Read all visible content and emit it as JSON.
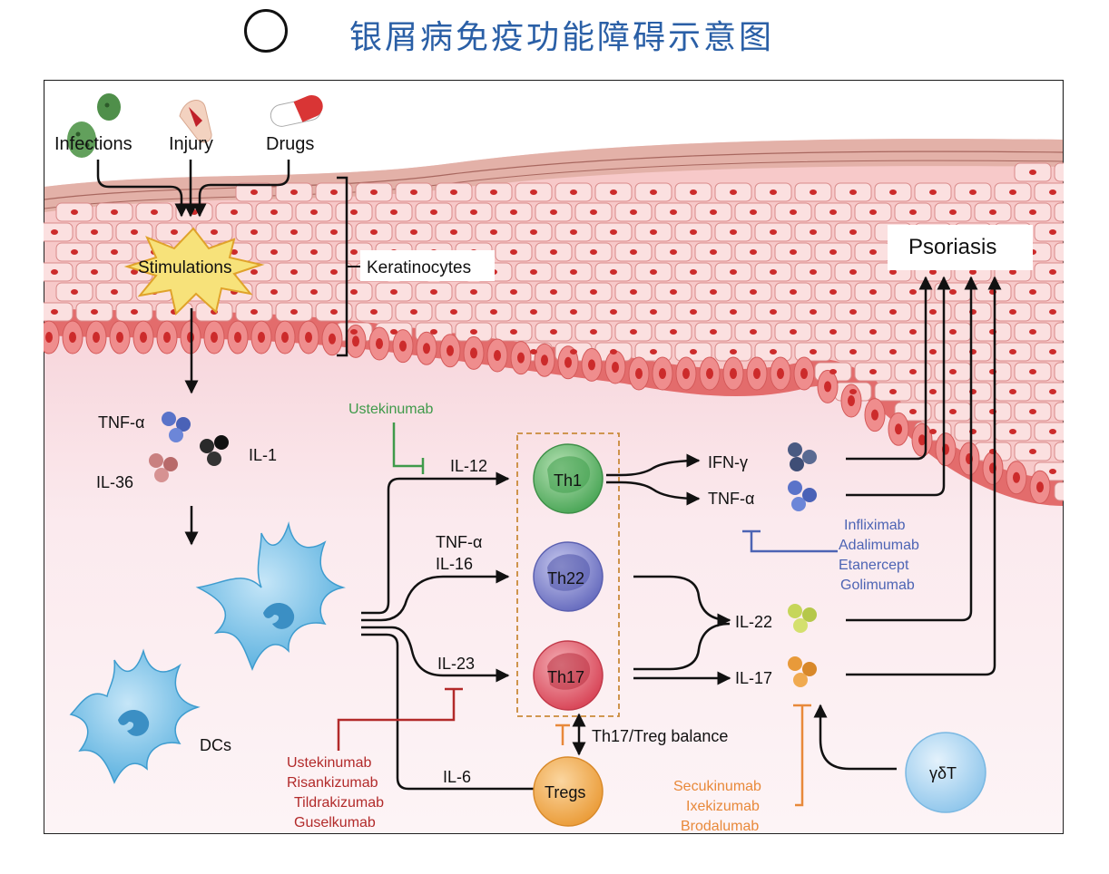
{
  "title": "银屑病免疫功能障碍示意图",
  "triggers": {
    "infections": "Infections",
    "injury": "Injury",
    "drugs": "Drugs"
  },
  "skin": {
    "stimulations": "Stimulations",
    "keratinocytes": "Keratinocytes",
    "psoriasis": "Psoriasis"
  },
  "cytokines": {
    "tnf_alpha_left": "TNF-α",
    "il1": "IL-1",
    "il36": "IL-36",
    "il12": "IL-12",
    "tnf_alpha_mid": "TNF-α",
    "il16": "IL-16",
    "il23": "IL-23",
    "il6": "IL-6",
    "ifn_gamma": "IFN-γ",
    "tnf_alpha_right": "TNF-α",
    "il22": "IL-22",
    "il17": "IL-17"
  },
  "cells": {
    "dcs": "DCs",
    "th1": "Th1",
    "th22": "Th22",
    "th17": "Th17",
    "tregs": "Tregs",
    "gamma_delta_t": "γδT",
    "balance": "Th17/Treg balance"
  },
  "drugs": {
    "il12_inhibitor": "Ustekinumab",
    "il23_inhibitors": [
      "Ustekinumab",
      "Risankizumab",
      "Tildrakizumab",
      "Guselkumab"
    ],
    "tnf_inhibitors": [
      "Infliximab",
      "Adalimumab",
      "Etanercept",
      "Golimumab"
    ],
    "il17_inhibitors": [
      "Secukinumab",
      "Ixekizumab",
      "Brodalumab"
    ]
  },
  "colors": {
    "title": "#2a5fa6",
    "green_drug": "#3f9a4a",
    "red_drug": "#b22a2a",
    "blue_drug": "#4d64b4",
    "orange_drug": "#e8893a",
    "skin_dark": "#e06a6a",
    "skin_light": "#f6c6c6",
    "nucleus": "#cc2b2b",
    "dermis": "#fbe9ec"
  }
}
